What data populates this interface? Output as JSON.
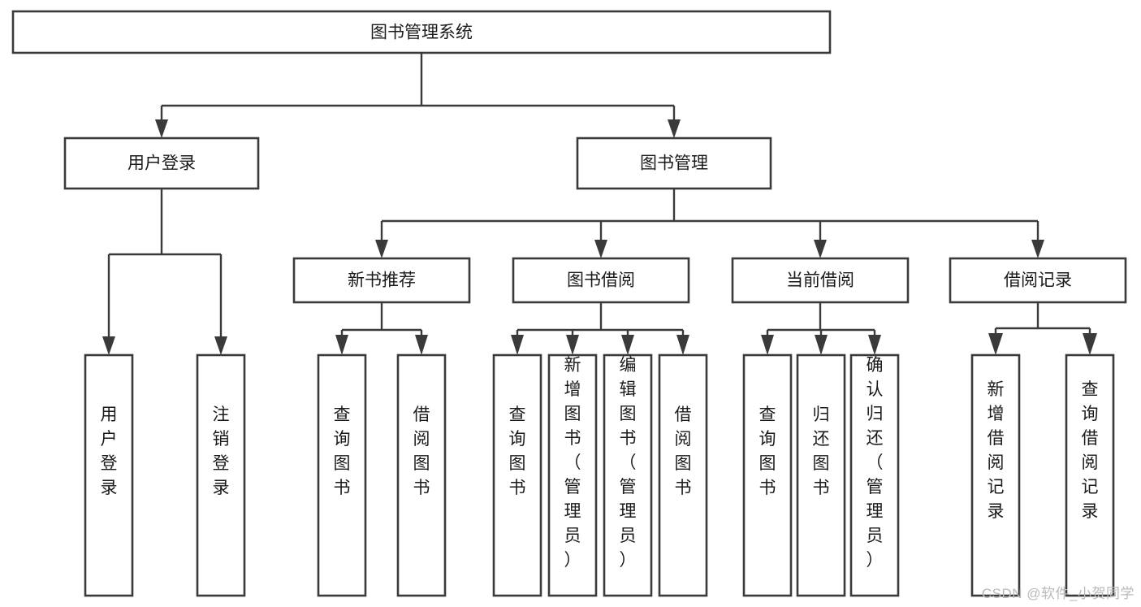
{
  "diagram": {
    "type": "tree-hierarchy-chart",
    "title": "图书管理系统",
    "watermark": "CSDN @软件_小贺同学",
    "colors": {
      "stroke": "#3a3a3a",
      "box_fill": "#ffffff",
      "text": "#1a1a1a",
      "background": "#ffffff",
      "watermark": "#b9b9b9"
    },
    "levels": {
      "root": {
        "label": "图书管理系统",
        "orientation": "horizontal"
      },
      "level2": [
        {
          "label": "用户登录",
          "orientation": "horizontal"
        },
        {
          "label": "图书管理",
          "orientation": "horizontal"
        }
      ],
      "level3": [
        {
          "label": "新书推荐",
          "orientation": "horizontal"
        },
        {
          "label": "图书借阅",
          "orientation": "horizontal"
        },
        {
          "label": "当前借阅",
          "orientation": "horizontal"
        },
        {
          "label": "借阅记录",
          "orientation": "horizontal"
        }
      ],
      "leaves": {
        "user_login": [
          {
            "label": "用户登录",
            "orientation": "vertical"
          },
          {
            "label": "注销登录",
            "orientation": "vertical"
          }
        ],
        "new_book_recommend": [
          {
            "label": "查询图书",
            "orientation": "vertical"
          },
          {
            "label": "借阅图书",
            "orientation": "vertical"
          }
        ],
        "book_borrow": [
          {
            "label": "查询图书",
            "orientation": "vertical"
          },
          {
            "label": "新增图书（管理员）",
            "orientation": "vertical"
          },
          {
            "label": "编辑图书（管理员）",
            "orientation": "vertical"
          },
          {
            "label": "借阅图书",
            "orientation": "vertical"
          }
        ],
        "current_borrow": [
          {
            "label": "查询图书",
            "orientation": "vertical"
          },
          {
            "label": "归还图书",
            "orientation": "vertical"
          },
          {
            "label": "确认归还（管理员）",
            "orientation": "vertical"
          }
        ],
        "borrow_record": [
          {
            "label": "新增借阅记录",
            "orientation": "vertical"
          },
          {
            "label": "查询借阅记录",
            "orientation": "vertical"
          }
        ]
      }
    }
  }
}
